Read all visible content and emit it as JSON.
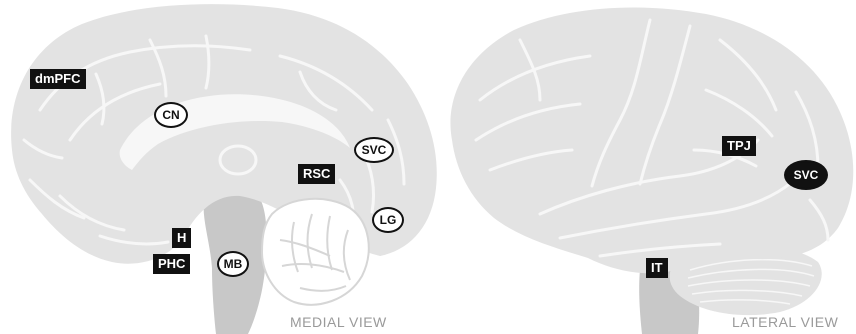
{
  "medial_view": {
    "caption": "MEDIAL VIEW",
    "labels": {
      "dmPFC": "dmPFC",
      "CN": "CN",
      "SVC": "SVC",
      "RSC": "RSC",
      "LG": "LG",
      "H": "H",
      "PHC": "PHC",
      "MB": "MB"
    }
  },
  "lateral_view": {
    "caption": "LATERAL VIEW",
    "labels": {
      "TPJ": "TPJ",
      "SVC": "SVC",
      "IT": "IT"
    }
  },
  "colors": {
    "brain_fill": "#e3e3e3",
    "sulcus_line": "#f7f7f7",
    "brainstem": "#c8c8c8",
    "label_dark": "#111111"
  }
}
